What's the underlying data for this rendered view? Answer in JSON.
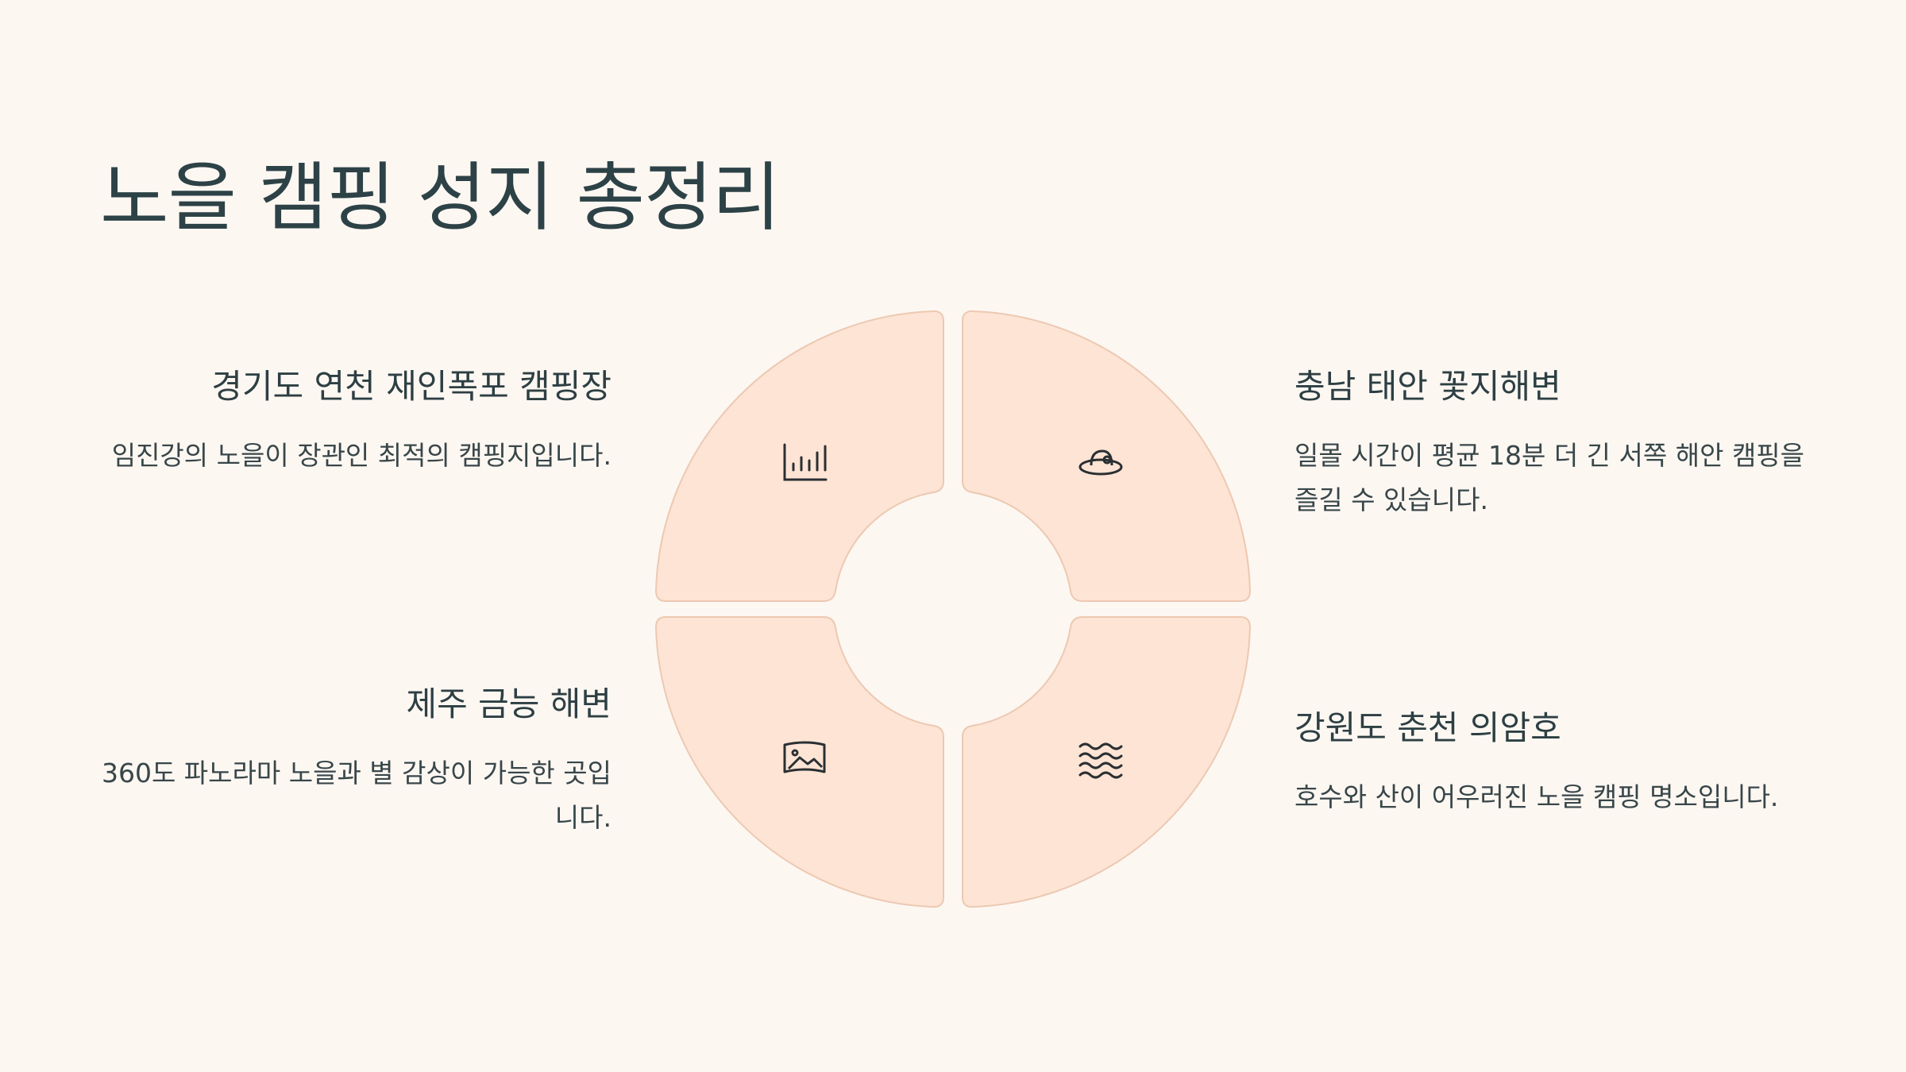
{
  "title": "노을 캠핑 성지 총정리",
  "colors": {
    "background": "#fdf7f2",
    "segment_fill": "#fde4d4",
    "segment_stroke": "#ecc9b2",
    "text_dark": "#2d4246"
  },
  "items": [
    {
      "position": "top-left",
      "icon": "chart-icon",
      "title": "경기도 연천 재인폭포 캠핑장",
      "desc": "임진강의 노을이 장관인 최적의 캠핑지입니다."
    },
    {
      "position": "top-right",
      "icon": "sun-hat-icon",
      "title": "충남 태안 꽃지해변",
      "desc": "일몰 시간이 평균 18분 더 긴 서쪽 해안 캠핑을 즐길 수 있습니다."
    },
    {
      "position": "bottom-left",
      "icon": "landscape-image-icon",
      "title": "제주 금능 해변",
      "desc": "360도 파노라마 노을과 별 감상이 가능한 곳입니다."
    },
    {
      "position": "bottom-right",
      "icon": "waves-icon",
      "title": "강원도 춘천 의암호",
      "desc": "호수와 산이 어우러진 노을 캠핑 명소입니다."
    }
  ]
}
